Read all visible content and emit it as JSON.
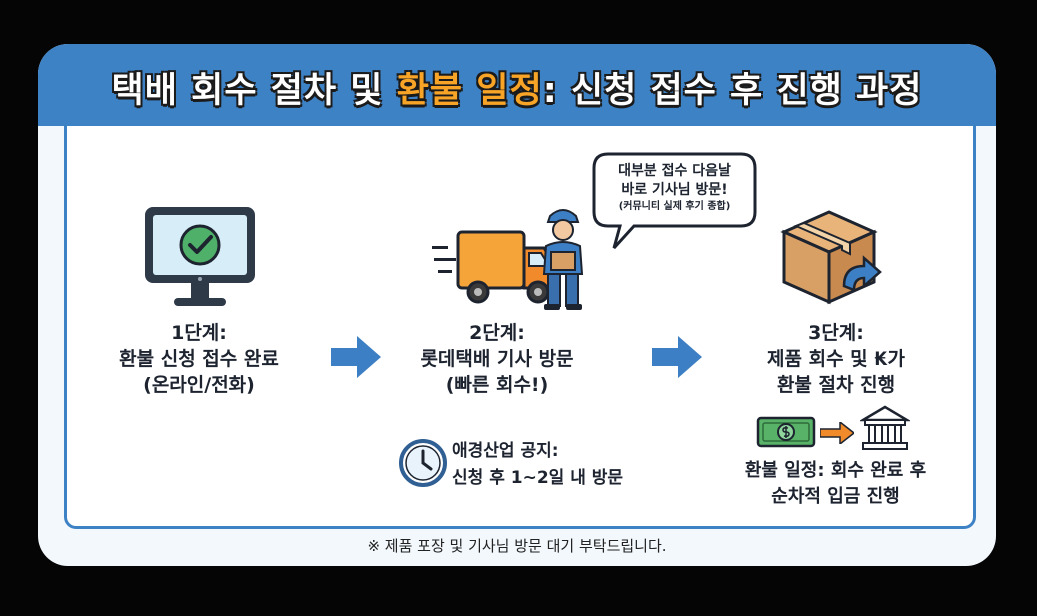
{
  "title": {
    "part1": "택배 회수 절차 및 ",
    "highlight": "환불 일정",
    "part2": ": 신청 접수 후 진행 과정"
  },
  "steps": [
    {
      "label": "1단계:",
      "line1": "환불 신청 접수 완료",
      "line2": "(온라인/전화)"
    },
    {
      "label": "2단계:",
      "line1": "롯데택배 기사 방문",
      "line2": "(빠른 회수!)"
    },
    {
      "label": "3단계:",
      "line1": "제품 회수 및 ₭가",
      "line2": "환불 절차 진행"
    }
  ],
  "bubble": {
    "line1": "대부분 접수 다음날",
    "line2": "바로 기사님 방문!",
    "note": "(커뮤니티 실제 후기 종합)"
  },
  "notice": {
    "title": "애경산업 공지:",
    "body": "신청 후 1~2일 내 방문"
  },
  "refund": {
    "line1": "환불 일정: 회수 완료 후",
    "line2": "순차적 입금 진행"
  },
  "footer": "※ 제품 포장 및 기사님 방문 대기 부탁드립니다.",
  "colors": {
    "header": "#3e82c6",
    "highlight": "#f7a427",
    "arrow": "#3d7fc4",
    "truck": "#f5a43a",
    "box": "#d9a066",
    "money": "#58b368"
  },
  "icons": [
    "monitor-check-icon",
    "delivery-truck-icon",
    "courier-icon",
    "parcel-return-icon",
    "clock-icon",
    "money-icon",
    "bank-icon"
  ]
}
